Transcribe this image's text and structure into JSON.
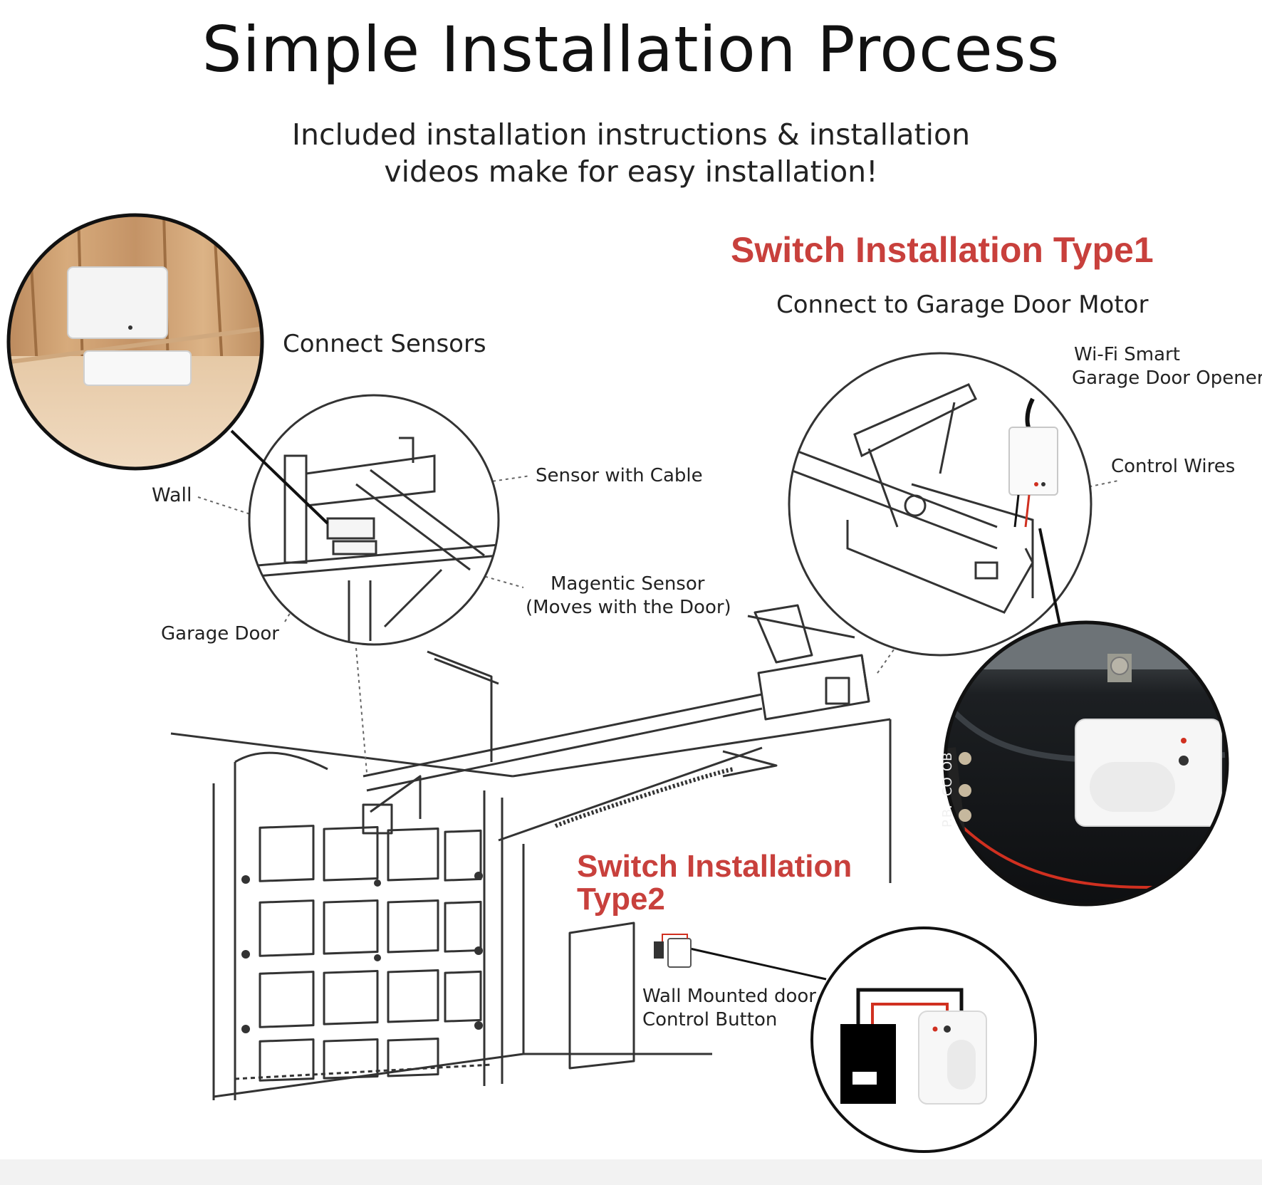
{
  "header": {
    "title": "Simple Installation Process",
    "subtitle_line1": "Included installation instructions & installation",
    "subtitle_line2": "videos make for easy installation!"
  },
  "type1": {
    "heading": "Switch Installation Type1",
    "subheading": "Connect  to Garage Door Motor",
    "opener_line1": "Wi-Fi Smart",
    "opener_line2": "Garage Door Opener",
    "control_wires": "Control Wires"
  },
  "sensors": {
    "heading": "Connect  Sensors",
    "wall": "Wall",
    "sensor_with_cable": "Sensor with Cable",
    "magnetic_line1": "Magentic Sensor",
    "magnetic_line2": "(Moves with the Door)",
    "garage_door": "Garage Door"
  },
  "type2": {
    "heading_line1": "Switch Installation",
    "heading_line2": "Type2",
    "button_line1": "Wall Mounted door",
    "button_line2": "Control Button"
  },
  "terminal_labels": [
    "P.B.",
    "CO",
    "OB"
  ],
  "colors": {
    "accent_red": "#c8403c",
    "wire_red": "#d03020",
    "line": "#333333"
  }
}
